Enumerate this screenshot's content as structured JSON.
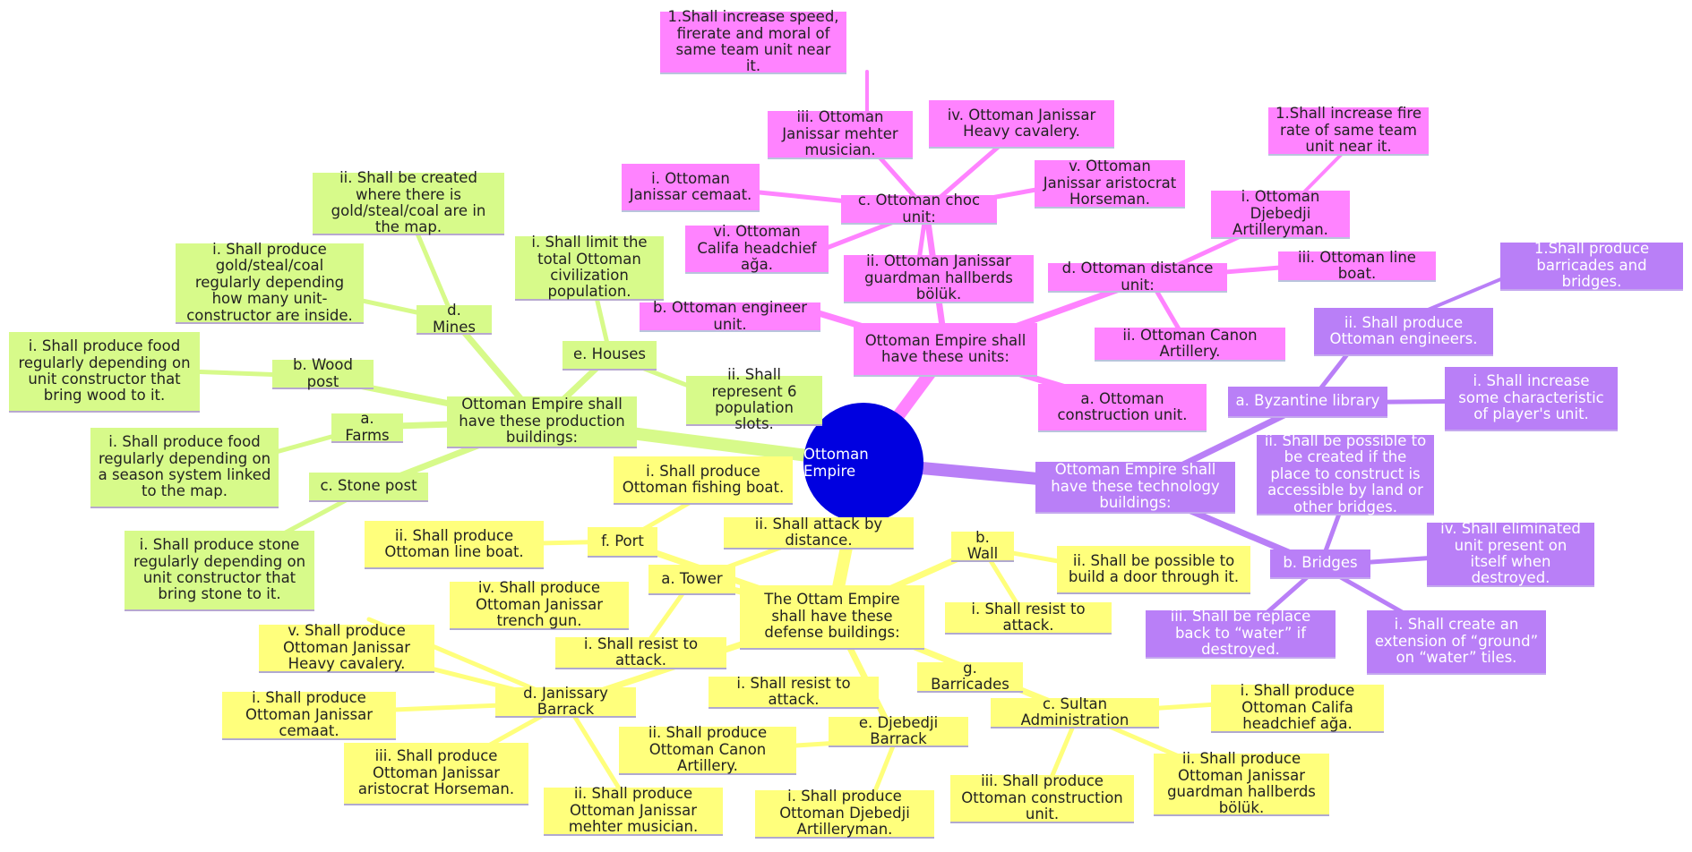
{
  "root": "Ottoman Empire",
  "units": {
    "title": "Ottoman Empire shall have these units:",
    "construction": "a. Ottoman construction unit.",
    "engineer": "b. Ottoman engineer unit.",
    "choc": "c. Ottoman choc unit:",
    "choc_i": "i. Ottoman Janissar cemaat.",
    "choc_ii": "ii. Ottoman Janissar guardman hallberds bölük.",
    "choc_iii": "iii. Ottoman Janissar mehter musician.",
    "choc_iii_1": "1.Shall increase speed, firerate and moral of same team unit near it.",
    "choc_iv": "iv. Ottoman Janissar Heavy cavalery.",
    "choc_v": "v. Ottoman Janissar aristocrat Horseman.",
    "choc_vi": "vi. Ottoman Califa headchief ağa.",
    "distance": "d. Ottoman distance unit:",
    "dist_i": "i. Ottoman Djebedji Artilleryman.",
    "dist_i_1": "1.Shall increase fire rate of same team unit near it.",
    "dist_ii": "ii. Ottoman Canon Artillery.",
    "dist_iii": "iii. Ottoman line boat."
  },
  "production": {
    "title": "Ottoman Empire shall have these production buildings:",
    "farms": "a. Farms",
    "farms_i": "i. Shall produce food regularly depending on a season system linked to the map.",
    "wood": "b. Wood post",
    "wood_i": "i. Shall produce food regularly depending on unit constructor that bring wood to it.",
    "stone": "c. Stone post",
    "stone_i": "i. Shall produce stone regularly depending on unit constructor that bring stone to it.",
    "mines": "d. Mines",
    "mines_i": "i. Shall produce gold/steal/coal regularly depending how many unit-constructor are inside.",
    "mines_ii": "ii. Shall be created where there is gold/steal/coal are in the map.",
    "houses": "e. Houses",
    "houses_i": "i. Shall limit the total Ottoman civilization population.",
    "houses_ii": "ii. Shall represent 6 population slots."
  },
  "technology": {
    "title": "Ottoman Empire shall have these technology buildings:",
    "library": "a. Byzantine library",
    "library_i": "i. Shall increase some characteristic of player's unit.",
    "library_ii": "ii. Shall produce Ottoman engineers.",
    "library_ii_1": "1.Shall produce barricades and bridges.",
    "bridges": "b. Bridges",
    "bridges_i": "i. Shall create an extension of “ground” on “water” tiles.",
    "bridges_ii": "ii. Shall be possible to be created if the place to construct is accessible by land or other bridges.",
    "bridges_iii": "iii. Shall be replace back to “water” if destroyed.",
    "bridges_iv": "iv. Shall eliminated unit present on itself when destroyed."
  },
  "defense": {
    "title": "The Ottam Empire shall have these defense buildings:",
    "tower": "a. Tower",
    "tower_i": "i. Shall resist to attack.",
    "tower_ii": "ii. Shall attack by distance.",
    "wall": "b. Wall",
    "wall_i": "i. Shall resist to attack.",
    "wall_ii": "ii. Shall be possible to build a door through it.",
    "sultan": "c. Sultan Administration",
    "sultan_i": "i. Shall produce Ottoman Califa headchief ağa.",
    "sultan_ii": "ii. Shall produce Ottoman Janissar guardman hallberds bölük.",
    "sultan_iii": "iii. Shall produce Ottoman construction unit.",
    "janissary": "d. Janissary Barrack",
    "jan_i": "i. Shall produce Ottoman Janissar cemaat.",
    "jan_ii": "ii. Shall produce Ottoman Janissar mehter musician.",
    "jan_iii": "iii. Shall produce Ottoman Janissar aristocrat Horseman.",
    "jan_iv": "iv. Shall produce Ottoman Janissar trench gun.",
    "jan_v": "v. Shall produce Ottoman Janissar Heavy cavalery.",
    "djebedji": "e. Djebedji Barrack",
    "djeb_i": "i. Shall produce Ottoman Djebedji Artilleryman.",
    "djeb_ii": "ii. Shall produce Ottoman Canon Artillery.",
    "port": "f. Port",
    "port_i": "i. Shall produce Ottoman fishing boat.",
    "port_ii": "ii. Shall produce Ottoman line boat.",
    "barricades": "g. Barricades",
    "barr_i": "i. Shall resist to attack."
  },
  "colors": {
    "root": "#0000e0",
    "units": "#ff83ff",
    "production": "#d7fa8a",
    "technology": "#b97ff7",
    "defense": "#ffff7c"
  }
}
